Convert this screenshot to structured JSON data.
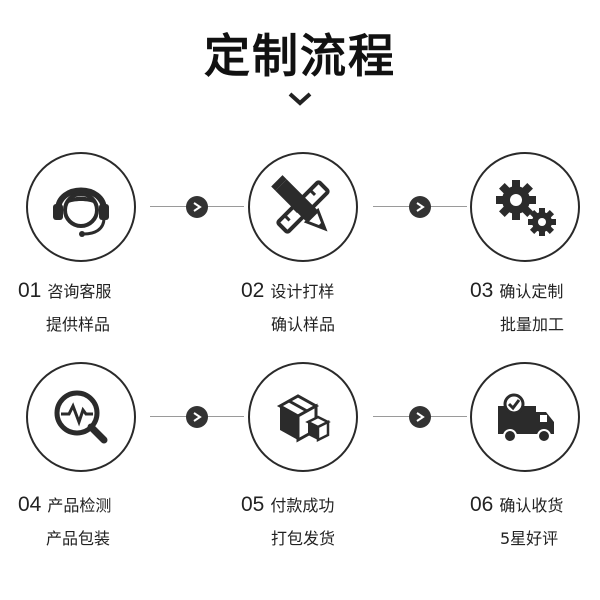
{
  "title": "定制流程",
  "steps": [
    {
      "number": "01",
      "name": "咨询客服",
      "detail": "提供样品",
      "icon": "customer-service-headset-icon"
    },
    {
      "number": "02",
      "name": "设计打样",
      "detail": "确认样品",
      "icon": "pencil-ruler-icon"
    },
    {
      "number": "03",
      "name": "确认定制",
      "detail": "批量加工",
      "icon": "gears-icon"
    },
    {
      "number": "04",
      "name": "产品检测",
      "detail": "产品包装",
      "icon": "inspection-magnifier-icon"
    },
    {
      "number": "05",
      "name": "付款成功",
      "detail": "打包发货",
      "icon": "boxes-icon"
    },
    {
      "number": "06",
      "name": "确认收货",
      "detail": "5星好评",
      "icon": "delivery-truck-icon"
    }
  ],
  "colors": {
    "icon": "#2b2b2b",
    "accent_dot": "#333333",
    "line": "#9a9a9a"
  }
}
